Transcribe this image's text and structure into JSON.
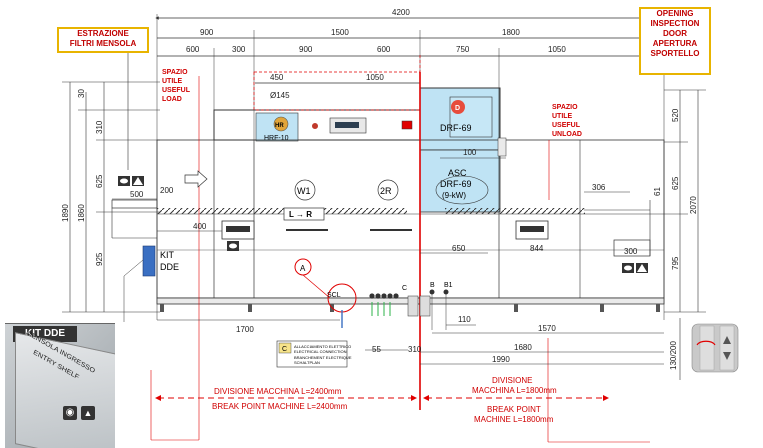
{
  "callouts": {
    "estrazione": [
      "ESTRAZIONE",
      "FILTRI MENSOLA"
    ],
    "opening": [
      "OPENING",
      "INSPECTION",
      "DOOR",
      "APERTURA",
      "SPORTELLO"
    ]
  },
  "dims_top": {
    "total": "4200",
    "d900": "900",
    "d1500": "1500",
    "d1800": "1800",
    "d600a": "600",
    "d300": "300",
    "d900b": "900",
    "d600b": "600",
    "d750": "750",
    "d1050a": "1050",
    "d450": "450",
    "d1050b": "1050",
    "d145": "Ø145"
  },
  "dims_left": {
    "d30": "30",
    "d310": "310",
    "d625": "625",
    "d1890": "1890",
    "d1860": "1860",
    "d925": "925"
  },
  "dims_right": {
    "d520": "520",
    "d625": "625",
    "d2070": "2070",
    "d795": "795",
    "d130_200": "130/200"
  },
  "dims_inner": {
    "d500": "500",
    "d200": "200",
    "d400": "400",
    "d100": "100",
    "d306": "306",
    "d61": "61",
    "d650": "650",
    "d844": "844",
    "d300": "300"
  },
  "dims_bottom": {
    "d1700": "1700",
    "d55": "55",
    "d310": "310",
    "d110": "110",
    "d1570": "1570",
    "d1680": "1680",
    "d1990": "1990"
  },
  "useful_load": [
    "SPAZIO",
    "UTILE",
    "USEFUL",
    "LOAD"
  ],
  "useful_unload": [
    "SPAZIO",
    "UTILE",
    "USEFUL",
    "UNLOAD"
  ],
  "modules": {
    "hr_badge": "HR",
    "hrf": "HRF-10",
    "d_badge": "D",
    "drf": "DRF-69",
    "asc": [
      "ASC",
      "DRF-69",
      "(9-kW)"
    ],
    "w1": "W1",
    "r2": "2R",
    "direction": "L → R",
    "a_marker": "A",
    "scl": "SCL",
    "c_marker": "C",
    "b_marker": "B",
    "b1_marker": "B1"
  },
  "kit": {
    "label": [
      "KIT",
      "DDE"
    ],
    "box_title": "KIT DDE",
    "shelf_label": [
      "MENSOLA INGRESSO",
      "ENTRY SHELF"
    ]
  },
  "legend": {
    "symbol": "C",
    "lines": [
      "ALLACCIAMENTO ELETTRICO",
      "ELECTRICAL CONNECTION",
      "BRANCHEMENT ELECTRIQUE",
      "SCHALTPLAN"
    ]
  },
  "breakpoints": {
    "left": [
      "DIVISIONE MACCHINA L=2400mm",
      "BREAK POINT MACHINE L=2400mm"
    ],
    "right": [
      "DIVISIONE",
      "MACCHINA L=1800mm",
      "BREAK POINT",
      "MACHINE L=1800mm"
    ]
  },
  "colors": {
    "accent_red": "#e00000",
    "panel_blue": "#bfe3f4",
    "callout_border": "#e8b400",
    "line": "#333333"
  }
}
